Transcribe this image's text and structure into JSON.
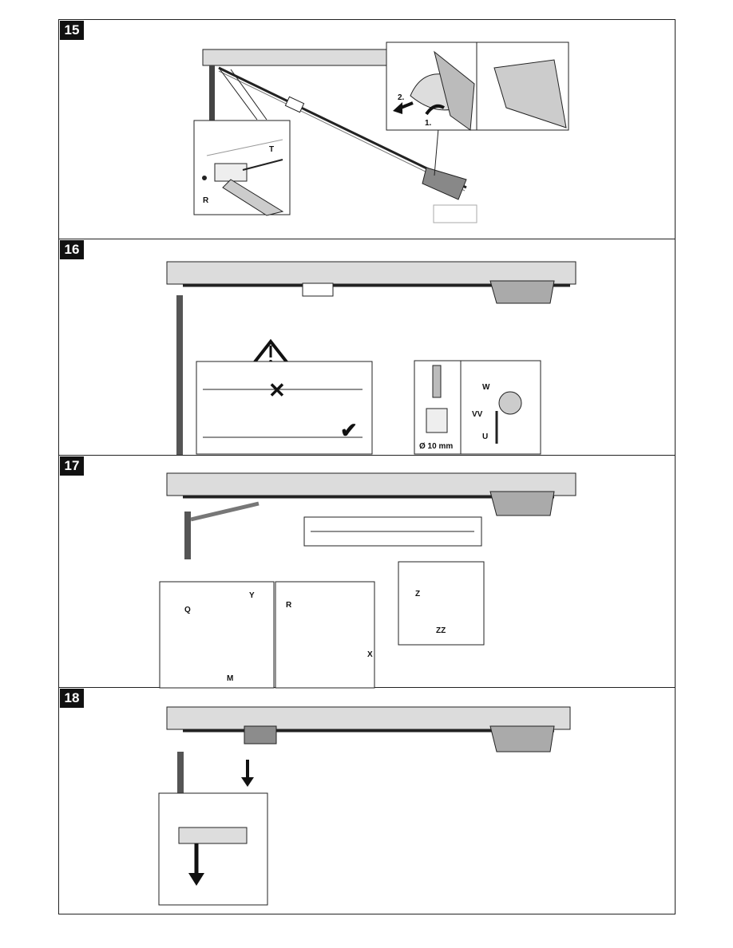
{
  "steps": [
    {
      "number": "15",
      "labels": {
        "r": "R",
        "t": "T",
        "step1": "1.",
        "step2": "2."
      }
    },
    {
      "number": "16",
      "labels": {
        "w": "W",
        "vv": "VV",
        "u": "U",
        "diameter": "Ø 10 mm"
      }
    },
    {
      "number": "17",
      "labels": {
        "q": "Q",
        "y": "Y",
        "m": "M",
        "r": "R",
        "x": "X",
        "z": "Z",
        "zz": "ZZ"
      }
    },
    {
      "number": "18",
      "labels": {}
    }
  ],
  "colors": {
    "line": "#222222",
    "wall": "#dcdcdc",
    "carriage": "#8c8c8c",
    "detail_bg": "#ffffff"
  }
}
